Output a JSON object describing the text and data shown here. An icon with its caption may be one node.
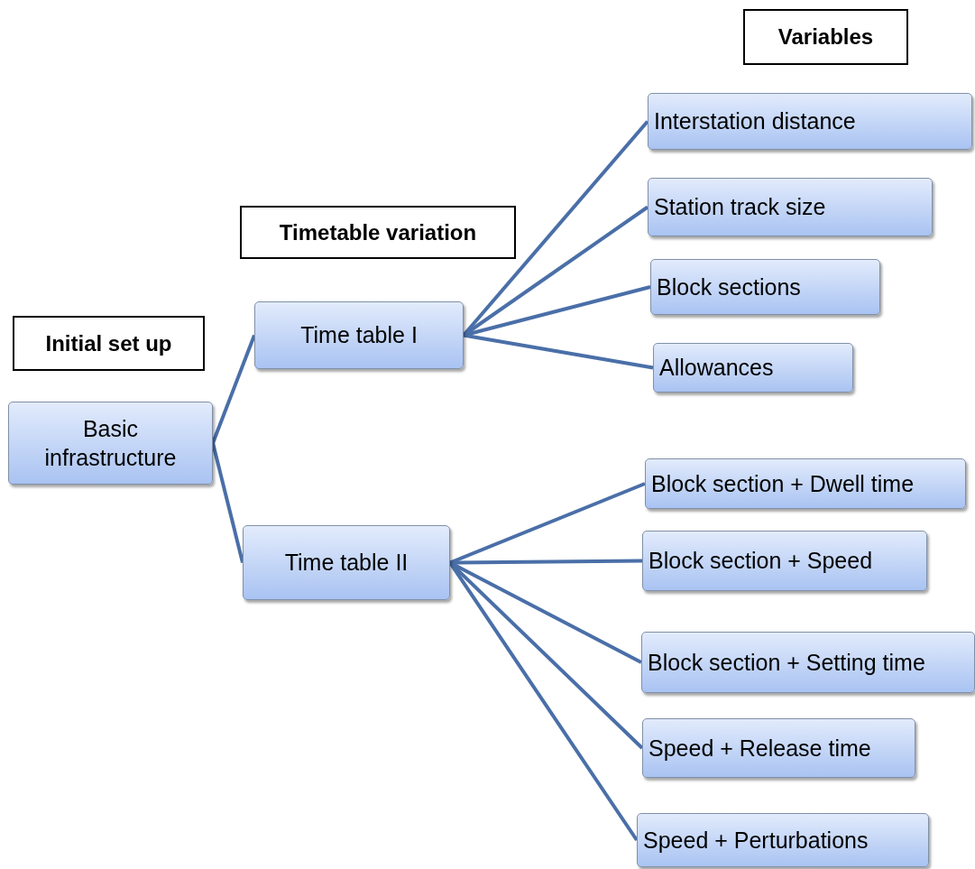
{
  "diagram": {
    "nodes": [
      {
        "text": [
          "Variables"
        ]
      },
      {
        "text": [
          "Interstation distance"
        ]
      },
      {
        "text": [
          "Timetable variation"
        ]
      },
      {
        "text": [
          "Station track size"
        ]
      },
      {
        "text": [
          "Block sections"
        ]
      },
      {
        "text": [
          "Initial set up"
        ]
      },
      {
        "text": [
          "Time table I"
        ]
      },
      {
        "text": [
          "Allowances"
        ]
      },
      {
        "text": [
          "Basic infrastructure"
        ]
      },
      {
        "text": [
          "Block section + Dwell time"
        ]
      },
      {
        "text": [
          "Block section + Speed"
        ]
      },
      {
        "text": [
          "Time table II"
        ]
      },
      {
        "text": [
          "Block section + Setting time"
        ]
      },
      {
        "text": [
          "Speed + Release time"
        ]
      },
      {
        "text": [
          "Speed + Perturbations"
        ]
      }
    ],
    "edges": [
      {
        "from": 8,
        "to": 6,
        "arrow": "none"
      },
      {
        "from": 8,
        "to": 11,
        "arrow": "none"
      },
      {
        "from": 6,
        "to": 1,
        "arrow": "none"
      },
      {
        "from": 6,
        "to": 3,
        "arrow": "none"
      },
      {
        "from": 6,
        "to": 4,
        "arrow": "none"
      },
      {
        "from": 6,
        "to": 7,
        "arrow": "none"
      },
      {
        "from": 11,
        "to": 9,
        "arrow": "none"
      },
      {
        "from": 11,
        "to": 10,
        "arrow": "none"
      },
      {
        "from": 11,
        "to": 12,
        "arrow": "none"
      },
      {
        "from": 11,
        "to": 13,
        "arrow": "none"
      },
      {
        "from": 11,
        "to": 14,
        "arrow": "none"
      }
    ]
  }
}
